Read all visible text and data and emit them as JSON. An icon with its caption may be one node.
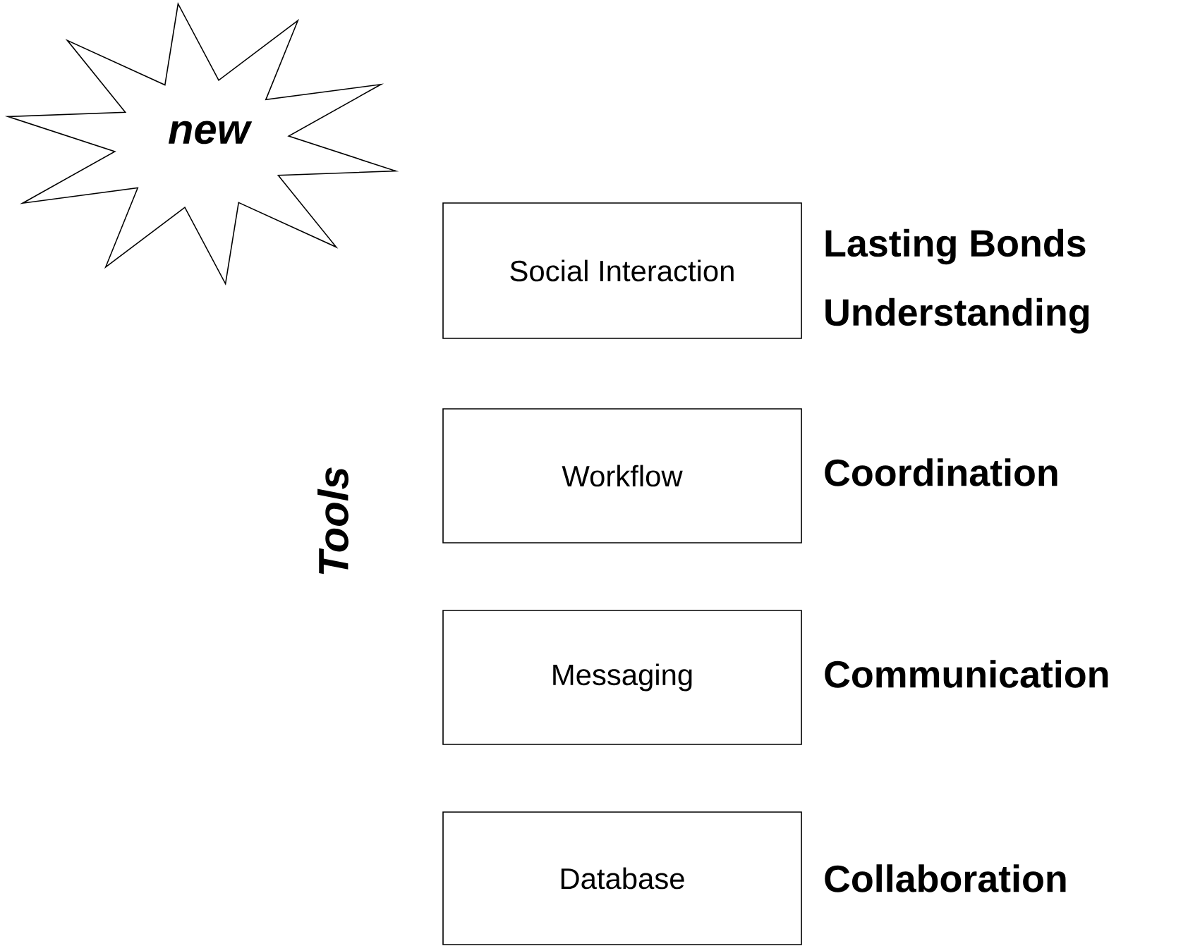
{
  "diagram": {
    "nodes": [
      {
        "text": [
          "new"
        ]
      },
      {
        "text": [
          "Social Interaction"
        ],
        "beside": [
          "Lasting Bonds",
          "Understanding"
        ]
      },
      {
        "text": [
          "Workflow"
        ],
        "beside": [
          "Coordination"
        ]
      },
      {
        "text": [
          "Messaging"
        ],
        "beside": [
          "Communication"
        ]
      },
      {
        "text": [
          "Database"
        ],
        "beside": [
          "Collaboration"
        ]
      }
    ],
    "edges": [],
    "labels": [
      "Tools"
    ]
  }
}
